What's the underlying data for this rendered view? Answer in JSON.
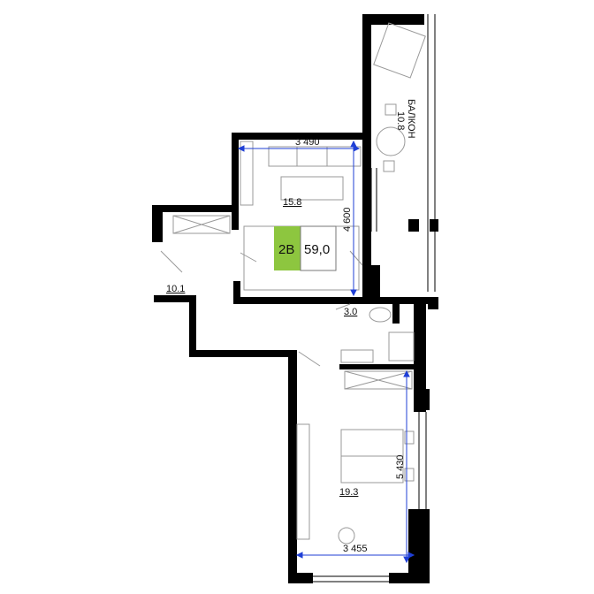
{
  "plan": {
    "badge": {
      "type": "2В",
      "area": "59,0",
      "accent_color": "#8dc63f"
    },
    "dimensions": {
      "living_width": "3 490",
      "living_depth": "4 600",
      "bedroom_width": "3 455",
      "bedroom_depth": "5 430"
    },
    "rooms": {
      "living": "15.8",
      "hall": "10.1",
      "bathroom": "3.0",
      "bedroom": "19.3",
      "balcony_name": "БАЛКОН",
      "balcony_area": "10.8"
    },
    "colors": {
      "wall": "#000000",
      "dimension_line": "#1f3fd6",
      "furniture": "#999999"
    }
  }
}
